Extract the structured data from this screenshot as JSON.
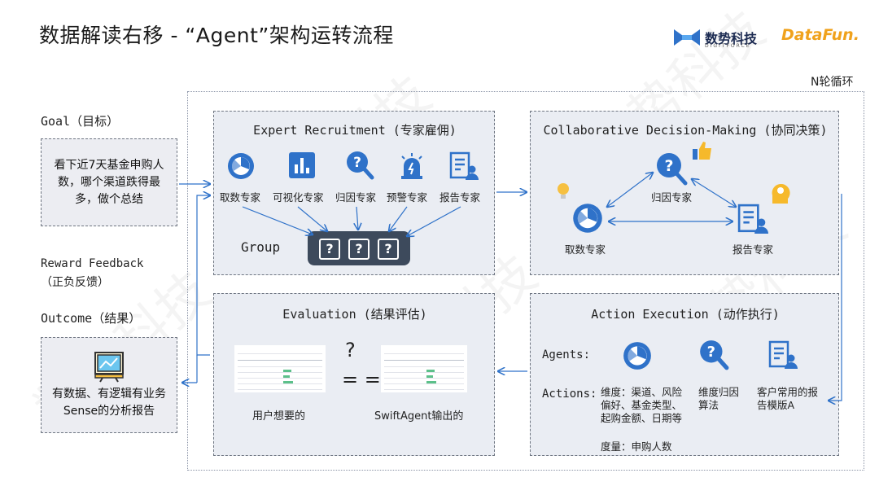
{
  "title": "数据解读右移 - “Agent”架构运转流程",
  "brand": {
    "name": "数势科技",
    "sub": "DIGITFORCE",
    "partner": "DataFun."
  },
  "loop_label": "N轮循环",
  "left": {
    "goal_title": "Goal（目标）",
    "goal_text": "看下近7天基金申购人数，哪个渠道跌得最多，做个总结",
    "reward_title": "Reward Feedback",
    "reward_sub": "（正负反馈）",
    "outcome_title": "Outcome（结果）",
    "outcome_text": "有数据、有逻辑有业务Sense的分析报告"
  },
  "recruit": {
    "title": "Expert Recruitment (专家雇佣)",
    "experts": [
      "取数专家",
      "可视化专家",
      "归因专家",
      "预警专家",
      "报告专家"
    ],
    "group_label": "Group",
    "group_slots": [
      "?",
      "?",
      "?"
    ]
  },
  "collab": {
    "title": "Collaborative Decision-Making (协同决策)",
    "nodes": [
      "归因专家",
      "取数专家",
      "报告专家"
    ]
  },
  "evaluation": {
    "title": "Evaluation (结果评估)",
    "left_label": "用户想要的",
    "right_label": "SwiftAgent输出的",
    "q_mark": "?",
    "eq": "= ="
  },
  "action": {
    "title": "Action Execution (动作执行)",
    "agents_label": "Agents:",
    "actions_label": "Actions:",
    "dims": "维度：渠道、风险偏好、基金类型、起购金额、日期等",
    "measure": "度量：申购人数",
    "algo": "维度归因算法",
    "template": "客户常用的报告模版A"
  },
  "watermark": "数势科技",
  "colors": {
    "accent": "#2f72c9",
    "panel_bg": "#eaedf3",
    "group_bg": "#3d4a5c",
    "green": "#5cc08a"
  }
}
